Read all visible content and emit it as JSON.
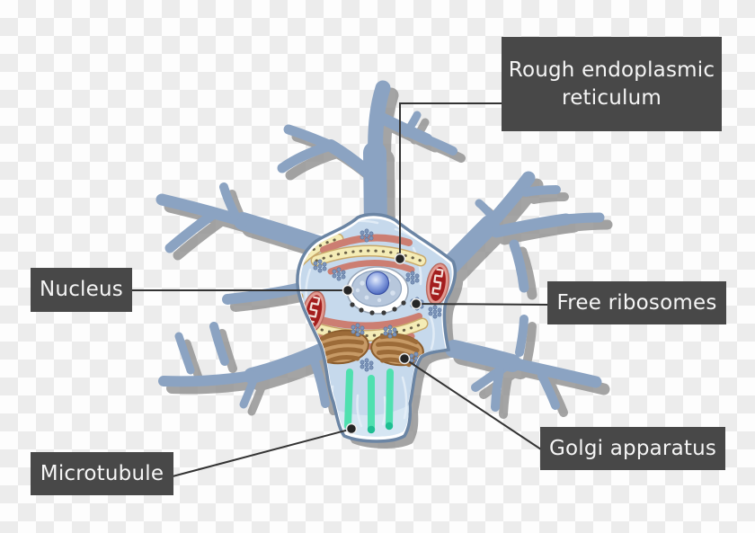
{
  "labels": {
    "rough_er": {
      "text": "Rough endoplasmic reticulum"
    },
    "nucleus": {
      "text": "Nucleus"
    },
    "free_ribosomes": {
      "text": "Free ribosomes"
    },
    "golgi": {
      "text": "Golgi apparatus"
    },
    "microtubule": {
      "text": "Microtubule"
    }
  },
  "colors": {
    "label_background": "#484848",
    "label_text": "#f5f5f5",
    "leader_line": "#333333",
    "leader_dot": "#262626",
    "dendrite_blue": "#8ba3c2",
    "shadow_gray": "#8f8f8f",
    "soma_outline": "#6b85a4",
    "soma_rim": "#ffffff",
    "cytoplasm": "#c6d9ec",
    "nucleus_fill": "#b7c7dc",
    "nucleolus_blue": "#3a57b4",
    "er_cream": "#f4ecb6",
    "er_red": "#cc7e72",
    "mitochondrion_red": "#a31d1d",
    "mitochondrion_pink": "#e29a91",
    "golgi_brown": "#c79a66",
    "golgi_bar": "#9c6b38",
    "microtubule_teal": "#4fe0af",
    "checker_light": "#fdfdfd",
    "checker_gray": "#ececec"
  },
  "diagram_parts": [
    "dendrites",
    "cell-body",
    "axon-hillock",
    "nucleus",
    "nucleolus",
    "nuclear-pores",
    "rough-endoplasmic-reticulum",
    "free-ribosomes",
    "mitochondria",
    "golgi-apparatus",
    "microtubules"
  ]
}
